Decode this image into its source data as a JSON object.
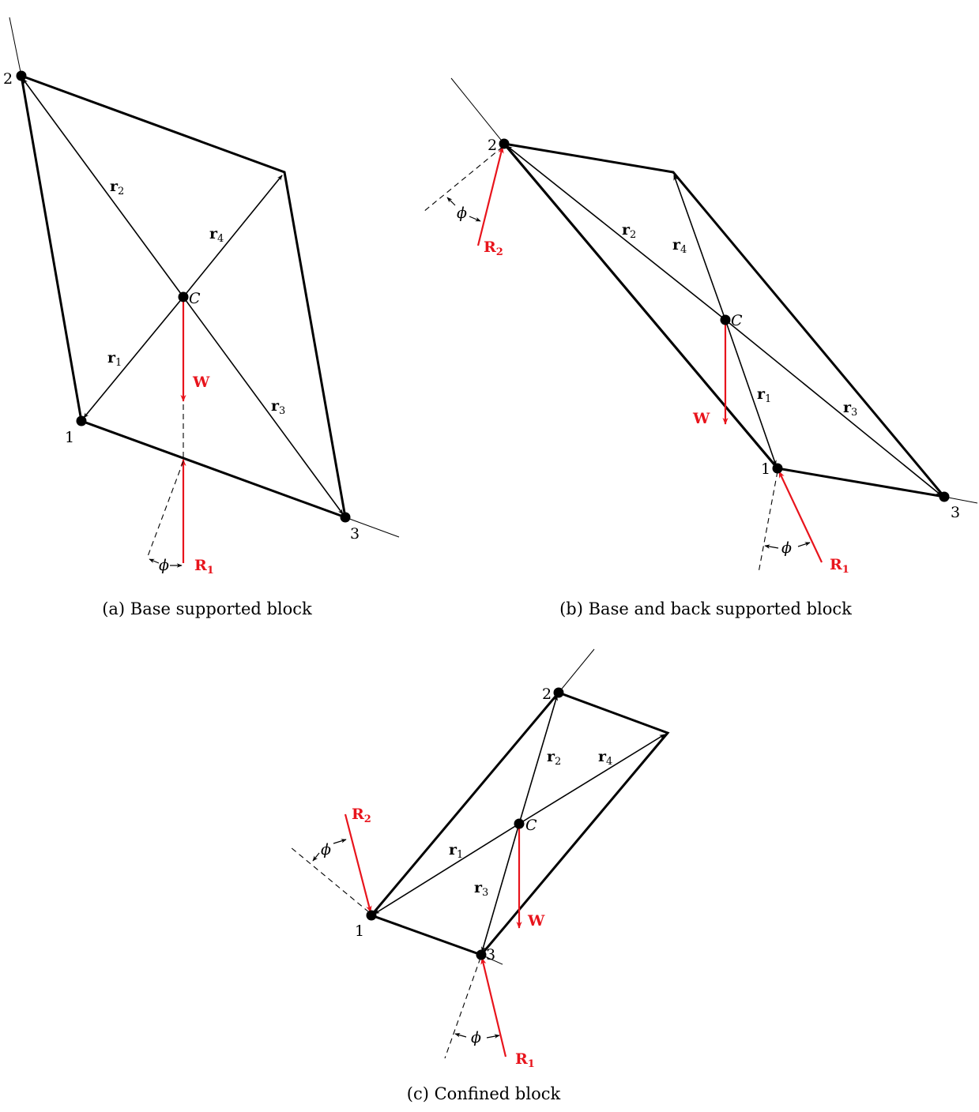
{
  "colors": {
    "force": "#e8141c",
    "edge": "#000000"
  },
  "panels": [
    {
      "id": "a",
      "caption": "(a) Base supported block",
      "vertices": {
        "v1": "1",
        "v2": "2",
        "v3": "3",
        "c": "C"
      },
      "vectors": {
        "r1": "r",
        "r1s": "1",
        "r2": "r",
        "r2s": "2",
        "r3": "r",
        "r3s": "3",
        "r4": "r",
        "r4s": "4"
      },
      "forces": {
        "w": "W",
        "r1": "R",
        "r1s": "1"
      },
      "angle": "ϕ"
    },
    {
      "id": "b",
      "caption": "(b) Base and back supported block",
      "vertices": {
        "v1": "1",
        "v2": "2",
        "v3": "3",
        "c": "C"
      },
      "vectors": {
        "r1": "r",
        "r1s": "1",
        "r2": "r",
        "r2s": "2",
        "r3": "r",
        "r3s": "3",
        "r4": "r",
        "r4s": "4"
      },
      "forces": {
        "w": "W",
        "r1": "R",
        "r1s": "1",
        "r2": "R",
        "r2s": "2"
      },
      "angle": "ϕ"
    },
    {
      "id": "c",
      "caption": "(c) Confined block",
      "vertices": {
        "v1": "1",
        "v2": "2",
        "v3": "3",
        "c": "C"
      },
      "vectors": {
        "r1": "r",
        "r1s": "1",
        "r2": "r",
        "r2s": "2",
        "r3": "r",
        "r3s": "3",
        "r4": "r",
        "r4s": "4"
      },
      "forces": {
        "w": "W",
        "r1": "R",
        "r1s": "1",
        "r2": "R",
        "r2s": "2"
      },
      "angle": "ϕ"
    }
  ]
}
